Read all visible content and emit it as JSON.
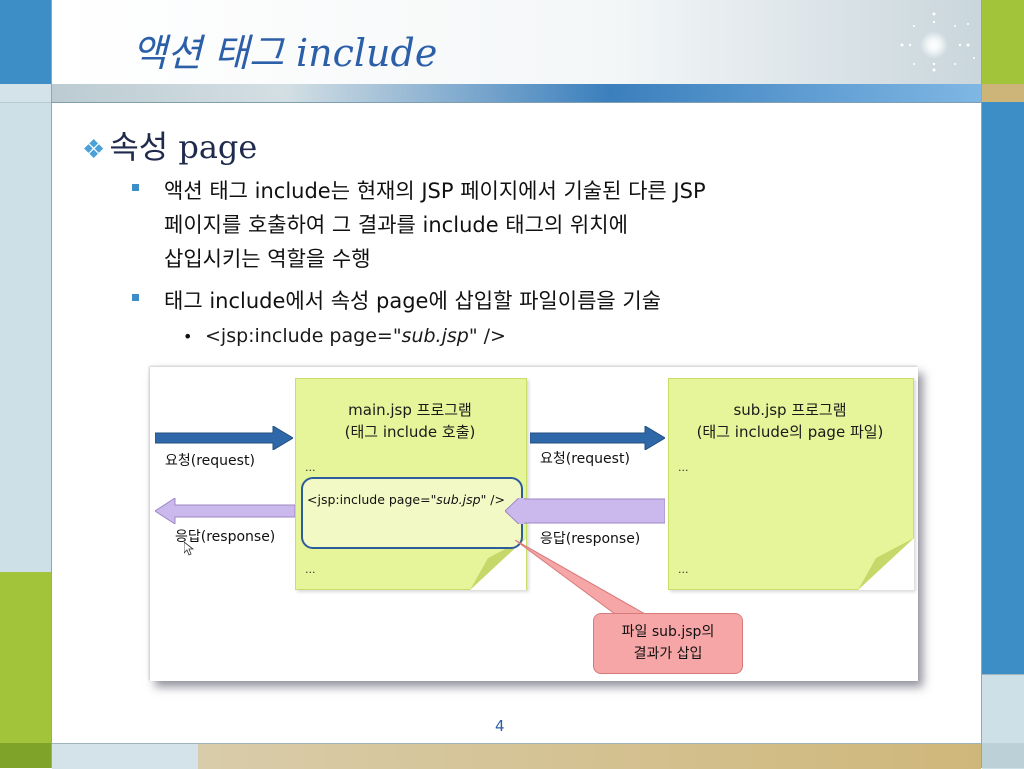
{
  "slide": {
    "title": "액션 태그 include",
    "heading": "속성 page",
    "heading_bullet": "❖",
    "bullets": [
      {
        "lines": [
          "액션 태그 include는 현재의 JSP 페이지에서 기술된 다른 JSP",
          "페이지를 호출하여 그 결과를 include 태그의 위치에",
          "삽입시키는 역할을 수행"
        ]
      },
      {
        "lines": [
          "태그 include에서 속성 page에 삽입할 파일이름을 기술"
        ]
      }
    ],
    "code_prefix": "<jsp:include page=",
    "code_value": "\"sub.jsp\"",
    "code_suffix": " />",
    "page_number": "4"
  },
  "diagram": {
    "main_title_1": "main.jsp 프로그램",
    "main_title_2": "(태그 include 호출)",
    "sub_title_1": "sub.jsp 프로그램",
    "sub_title_2": "(태그 include의 page 파일)",
    "dots": "...",
    "include_code_prefix": "<jsp:include page=",
    "include_code_value": "\"sub.jsp\"",
    "include_code_suffix": " />",
    "request_left": "요청(request)",
    "response_left": "응답(response)",
    "request_right": "요청(request)",
    "response_right": "응답(response)",
    "callout_1": "파일 sub.jsp의",
    "callout_2": "결과가 삽입"
  },
  "colors": {
    "title": "#2b5fa8",
    "accent_blue": "#3d8ec6",
    "accent_green": "#a2c43a",
    "note_fill": "#e7f59a",
    "callout_fill": "#f6a6a6",
    "arrow_request": "#2f68a8",
    "arrow_response": "#cbb8ec"
  }
}
